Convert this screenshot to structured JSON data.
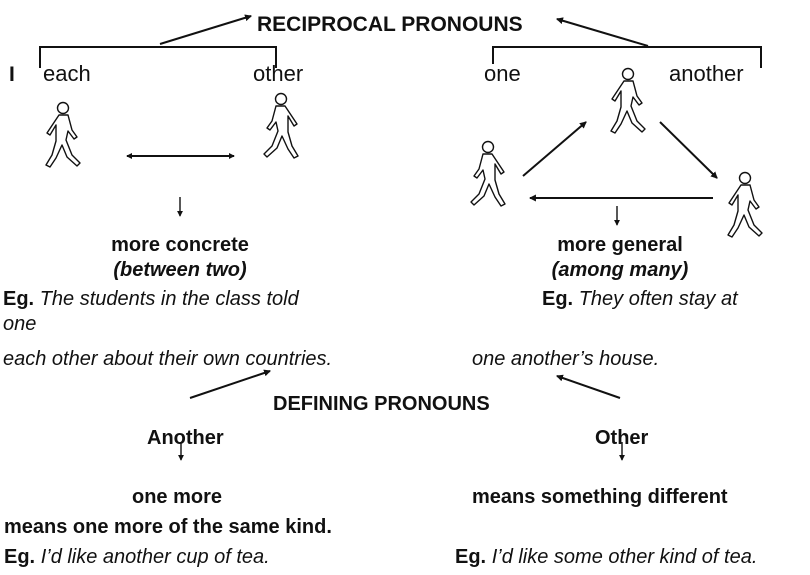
{
  "reciprocal": {
    "title": "RECIPROCAL PRONOUNS",
    "roman": "I",
    "left": {
      "word1": "each",
      "word2": "other",
      "sense": "more concrete",
      "note": "(between two)",
      "eg_label": "Eg.",
      "eg_line1": "The students in the class told",
      "eg_line2": "one",
      "eg_line3": "each other about their own countries."
    },
    "right": {
      "word1": "one",
      "word2": "another",
      "sense": "more general",
      "note": "(among many)",
      "eg_label": "Eg.",
      "eg_line1": "They often stay at",
      "eg_line2": "one another’s house."
    }
  },
  "defining": {
    "title": "DEFINING PRONOUNS",
    "left": {
      "word": "Another",
      "sense": "one more",
      "meaning": "means one more of the same kind.",
      "eg_label": "Eg.",
      "eg_text": "I’d like another cup of tea."
    },
    "right": {
      "word": "Other",
      "meaning": "means something different",
      "eg_label": "Eg.",
      "eg_text": "I’d like some other kind of tea."
    }
  },
  "colors": {
    "ink": "#111111",
    "background": "#ffffff"
  },
  "icons": [
    "walking-person-icon",
    "double-arrow-icon",
    "down-arrow-icon",
    "right-arrow-icon"
  ]
}
